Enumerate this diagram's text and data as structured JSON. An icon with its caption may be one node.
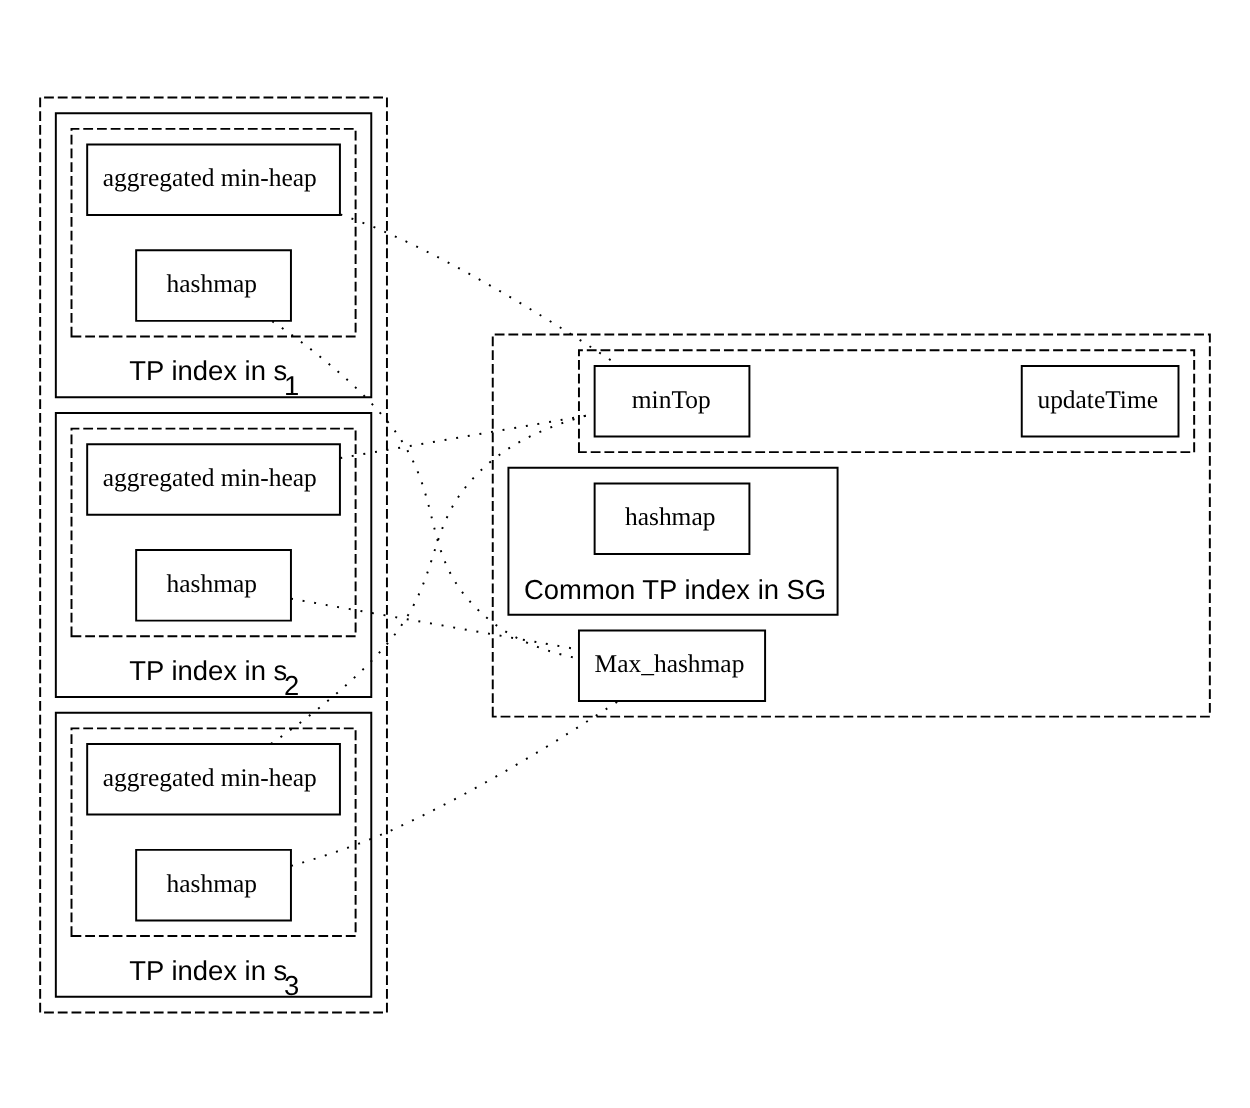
{
  "diagram": {
    "nodes": [
      {
        "text": [],
        "shape": "box"
      },
      {
        "text": [],
        "shape": "document",
        "in": 0,
        "beside": [
          "TP index in s$_{1}$"
        ]
      },
      {
        "text": [],
        "shape": "box",
        "in": 1
      },
      {
        "text": [
          "hashmap"
        ],
        "in": 2
      },
      {
        "text": [
          "aggregated min-heap"
        ],
        "in": 2
      },
      {
        "text": [],
        "shape": "document",
        "in": 0,
        "beside": [
          "TP index in s$_{2}$"
        ]
      },
      {
        "text": [],
        "shape": "box",
        "in": 5
      },
      {
        "text": [
          "hashmap"
        ],
        "in": 6
      },
      {
        "text": [
          "aggregated min-heap"
        ],
        "in": 6
      },
      {
        "text": [],
        "shape": "document",
        "in": 0,
        "beside": [
          "TP index in s$_{3}$"
        ]
      },
      {
        "text": [],
        "shape": "box",
        "in": 9
      },
      {
        "text": [
          "hashmap"
        ],
        "in": 10
      },
      {
        "text": [
          "aggregated min-heap"
        ],
        "in": 10
      },
      {
        "text": [],
        "shape": "box"
      },
      {
        "text": [
          "Max_hashmap"
        ],
        "in": 13
      },
      {
        "text": [],
        "shape": "box",
        "in": 13
      },
      {
        "text": [
          "minTop"
        ],
        "in": 15
      },
      {
        "text": [
          "updateTime"
        ],
        "in": 15
      },
      {
        "text": [],
        "shape": "document",
        "in": 13,
        "beside": [
          "Common TP index in SG"
        ]
      },
      {
        "text": [
          "hashmap"
        ],
        "in": 18
      }
    ],
    "edges": [
      {
        "from": 3,
        "to": 14,
        "arrow": "none"
      },
      {
        "from": 4,
        "to": 16,
        "arrow": "none"
      },
      {
        "from": 7,
        "to": 14,
        "arrow": "none"
      },
      {
        "from": 8,
        "to": 16,
        "arrow": "none"
      },
      {
        "from": 11,
        "to": 14,
        "arrow": "none"
      },
      {
        "from": 12,
        "to": 16,
        "arrow": "none"
      }
    ]
  }
}
